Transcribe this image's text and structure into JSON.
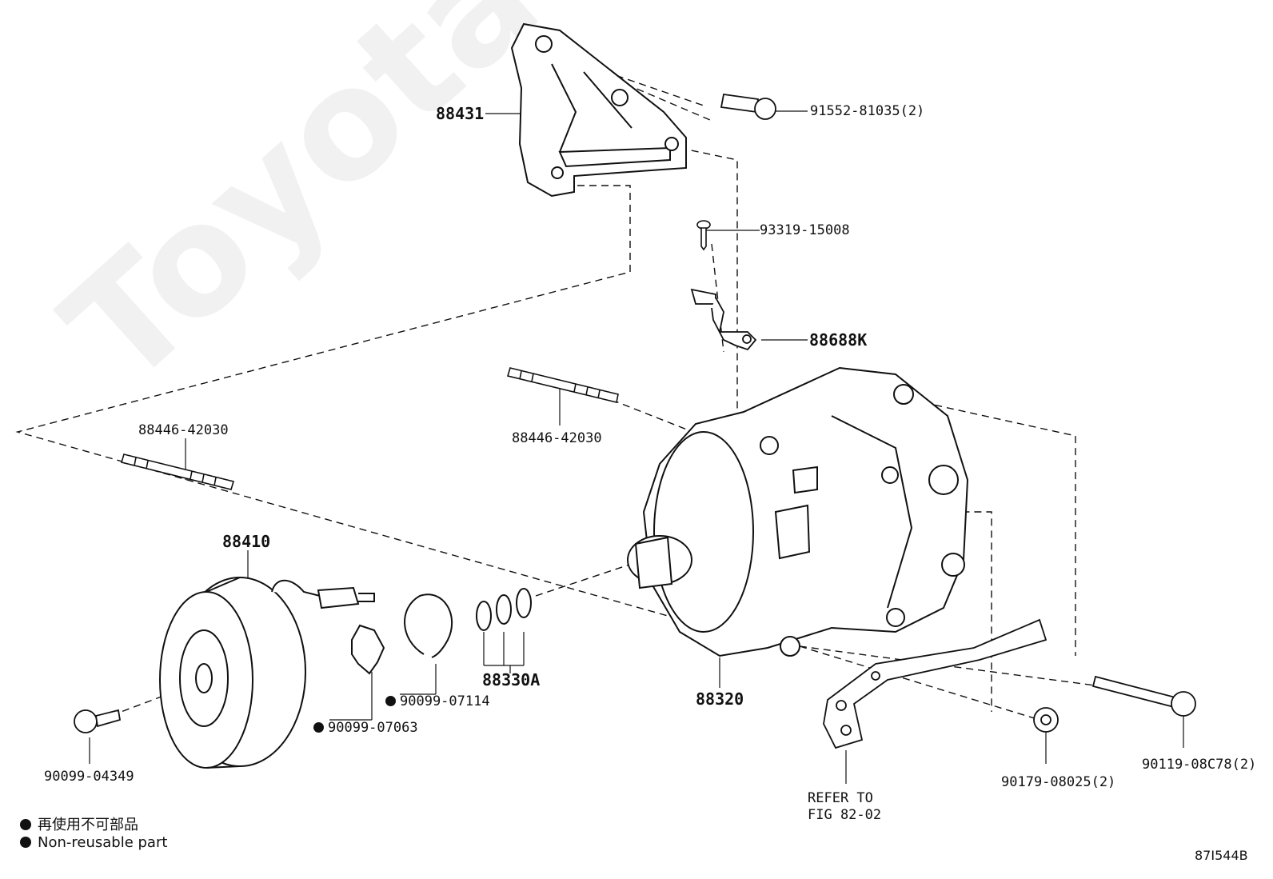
{
  "diagram": {
    "figure_id": "87I544B",
    "watermark": "ToyotaCarMine.ru",
    "parts": {
      "p88431": "88431",
      "p91552": "91552-81035(2)",
      "p93319": "93319-15008",
      "p88688k": "88688K",
      "p88446_left": "88446-42030",
      "p88446_mid": "88446-42030",
      "p88410": "88410",
      "p88330a": "88330A",
      "p88320": "88320",
      "p90099_07114": "90099-07114",
      "p90099_07063": "90099-07063",
      "p90099_04349": "90099-04349",
      "p90179": "90179-08025(2)",
      "p90119": "90119-08C78(2)"
    },
    "refer": {
      "line1": "REFER TO",
      "line2": "FIG 82-02"
    },
    "legend": {
      "chinese": "再使用不可部品",
      "english": "Non-reusable part"
    }
  }
}
